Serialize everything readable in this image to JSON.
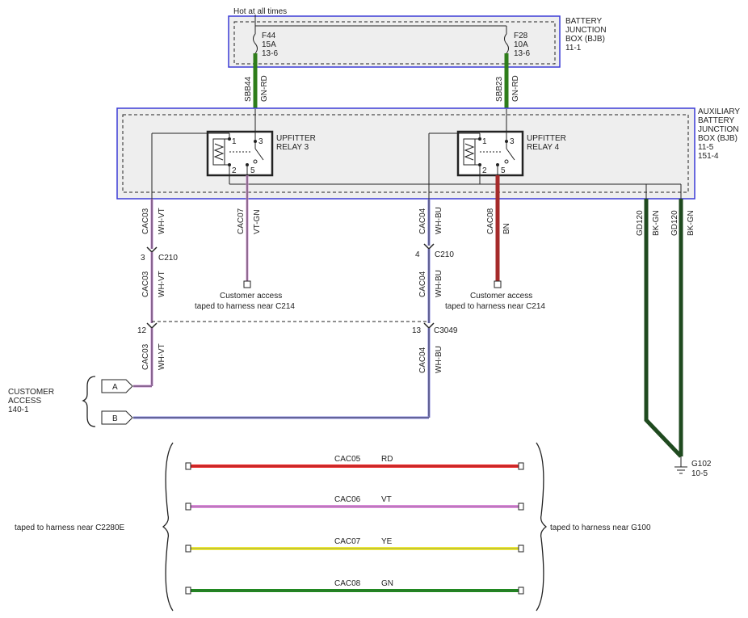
{
  "diagram": {
    "hot_label": "Hot at all times",
    "bjb": {
      "label_lines": [
        "BATTERY",
        "JUNCTION",
        "BOX (BJB)",
        "11-1"
      ],
      "fuse1": [
        "F44",
        "15A",
        "13-6"
      ],
      "fuse2": [
        "F28",
        "10A",
        "13-6"
      ]
    },
    "abjb": {
      "label_lines": [
        "AUXILIARY",
        "BATTERY",
        "JUNCTION",
        "BOX (BJB)",
        "11-5",
        "151-4"
      ]
    },
    "relay3": {
      "lines": [
        "UPFITTER",
        "RELAY 3"
      ],
      "pins": [
        "1",
        "3",
        "2",
        "5"
      ]
    },
    "relay4": {
      "lines": [
        "UPFITTER",
        "RELAY 4"
      ],
      "pins": [
        "1",
        "3",
        "2",
        "5"
      ]
    },
    "wires": {
      "sbb44": "SBB44",
      "sbb44_color": "GN-RD",
      "sbb23": "SBB23",
      "sbb23_color": "GN-RD",
      "cac03": "CAC03",
      "cac03_color": "WH-VT",
      "cac07": "CAC07",
      "cac07_color": "VT-GN",
      "cac04": "CAC04",
      "cac04_color": "WH-BU",
      "cac08": "CAC08",
      "cac08_color": "BN",
      "gd120": "GD120",
      "gd120_color": "BK-GN"
    },
    "connectors": {
      "c210_pin3": "3",
      "c210_pin4": "4",
      "c210": "C210",
      "c3049_pin12": "12",
      "c3049_pin13": "13",
      "c3049": "C3049"
    },
    "customer_access_note": [
      "Customer access",
      "taped to harness near C214"
    ],
    "customer_access": {
      "lines": [
        "CUSTOMER",
        "ACCESS",
        "140-1"
      ],
      "pin_a": "A",
      "pin_b": "B"
    },
    "ground": {
      "lines": [
        "G102",
        "10-5"
      ]
    },
    "bundle": {
      "left_note": "taped to harness near C2280E",
      "right_note": "taped to harness near G100",
      "wires": [
        {
          "circuit": "CAC05",
          "color": "RD"
        },
        {
          "circuit": "CAC06",
          "color": "VT"
        },
        {
          "circuit": "CAC07",
          "color": "YE"
        },
        {
          "circuit": "CAC08",
          "color": "GN"
        }
      ]
    },
    "colors": {
      "box_outline": "#3b3bd6",
      "box_fill": "#eeeeee",
      "gn_rd": "#2e7d1a",
      "wh_vt": "#c98ed6",
      "vt_gn": "#d79ad8",
      "wh_bu": "#8a8ae0",
      "bn": "#a52a2a",
      "bk_gn": "#1f4a1f",
      "rd": "#ee2222",
      "vt": "#e08ee0",
      "ye": "#f2ef3a",
      "gn": "#1e8c1e"
    }
  }
}
